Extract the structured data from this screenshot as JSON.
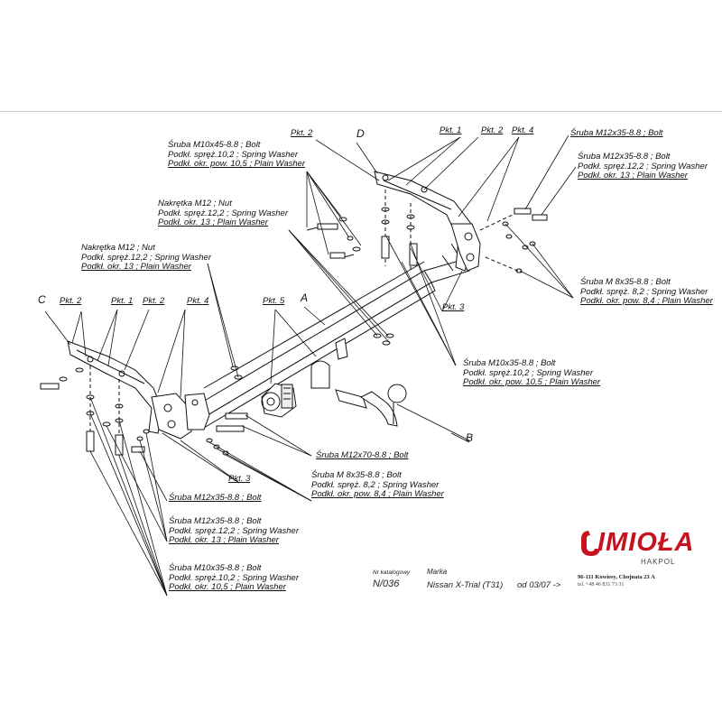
{
  "diagram": {
    "labels": {
      "D": "D",
      "C": "C",
      "A": "A",
      "B": "B",
      "pkt1": "Pkt. 1",
      "pkt2": "Pkt. 2",
      "pkt3": "Pkt. 3",
      "pkt4": "Pkt. 4",
      "pkt5": "Pkt. 5"
    },
    "callouts": {
      "m10x45": [
        "Śruba M10x45-8.8 ;  Bolt",
        "Podkł. spręż.10,2 ; Spring Washer",
        "Podkł. okr. pow. 10,5 ; Plain Washer"
      ],
      "m12x35_top": [
        "Śruba M12x35-8.8 ;  Bolt"
      ],
      "m12x35_set_top": [
        "Śruba M12x35-8.8 ;  Bolt",
        "Podkł. spręż.12,2 ; Spring Washer",
        "Podkł. okr. 13 ; Plain Washer"
      ],
      "nut_top": [
        "Nakrętka  M12 ; Nut",
        "Podkł. spręż.12,2 ; Spring Washer",
        "Podkł. okr. 13 ; Plain Washer"
      ],
      "nut_left": [
        "Nakrętka  M12 ; Nut",
        "Podkł. spręż.12,2 ; Spring Washer",
        "Podkł. okr. 13 ; Plain Washer"
      ],
      "m8x35_right": [
        "Śruba M 8x35-8.8 ;  Bolt",
        "Podkł. spręż. 8,2 ; Spring Washer",
        "Podkł. okr. pow. 8,4 ; Plain Washer"
      ],
      "m10x35_mid": [
        "Śruba M10x35-8.8 ;  Bolt",
        "Podkł. spręż.10,2 ; Spring Washer",
        "Podkł. okr. pow. 10,5 ; Plain Washer"
      ],
      "m12x70": [
        "Śruba M12x70-8.8 ;  Bolt"
      ],
      "m8x35_mid": [
        "Śruba M 8x35-8.8 ;  Bolt",
        "Podkł. spręż. 8,2 ; Spring Washer",
        "Podkł. okr. pow. 8,4 ; Plain Washer"
      ],
      "m12x35_bottom": [
        "Śruba M12x35-8.8 ;  Bolt"
      ],
      "m12x35_set_bottom": [
        "Śruba M12x35-8.8 ;  Bolt",
        "Podkł. spręż.12,2 ; Spring Washer",
        "Podkł. okr. 13 ; Plain Washer"
      ],
      "m10x35_bottom": [
        "Śruba M10x35-8.8 ;  Bolt",
        "Podkł. spręż.10,2 ; Spring Washer",
        "Podkł. okr. 10,5 ; Plain Washer"
      ]
    }
  },
  "info": {
    "catalog_label": "Nr katalogowy",
    "catalog_value": "N/036",
    "make_label": "Marka",
    "make_value": "Nissan X-Trial (T31)",
    "date_value": "od 03/07 ->"
  },
  "logo": {
    "word": "IMIOŁA",
    "sub": "HAKPOL",
    "address": "96-111 Kowiesy, Chojnata 23 A",
    "phone": "tel. +48 46 831 73 31",
    "brand_color": "#c8121f"
  }
}
